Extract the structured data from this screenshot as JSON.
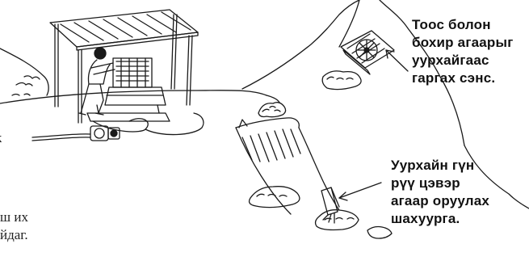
{
  "captions": {
    "fan": "Тоос болон\nбохир агаарыг\nуурхайгаас\nгаргах сэнс.",
    "shaft": "Уурхайн гүн\nрүү цэвэр\nагаар оруулах\nшахуурга."
  },
  "edge_text": {
    "line1": "к",
    "line2": "ш их",
    "line3": "йдаг."
  },
  "colors": {
    "ink": "#111111",
    "background": "#ffffff"
  }
}
